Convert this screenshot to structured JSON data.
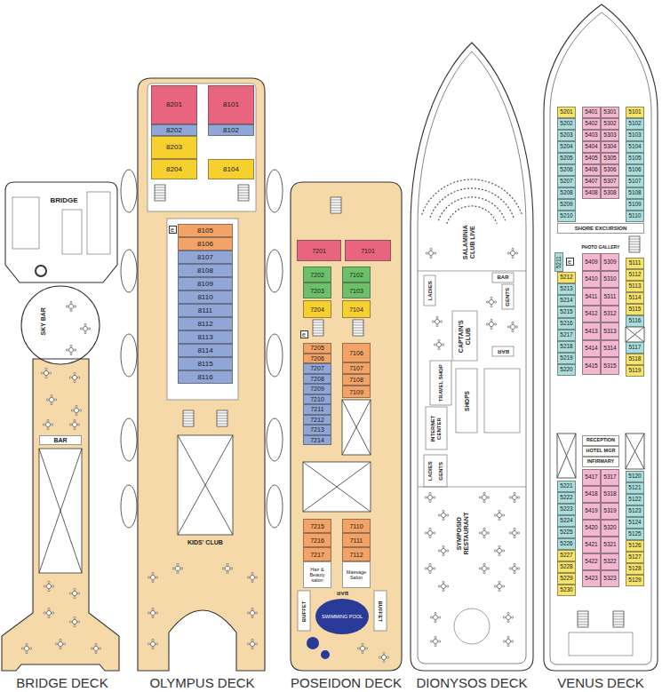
{
  "diagram": {
    "nodes": [
      {
        "text": [
          "BRIDGE DECK"
        ]
      },
      {
        "text": [
          "BAR"
        ],
        "in": 0
      },
      {
        "text": [
          "OLYMPUS DECK"
        ]
      },
      {
        "text": [
          "8201"
        ],
        "in": 2
      },
      {
        "text": [
          "8202"
        ],
        "in": 2
      },
      {
        "text": [
          "8203"
        ],
        "in": 2
      },
      {
        "text": [
          "8204"
        ],
        "in": 2
      },
      {
        "text": [
          "8101"
        ],
        "in": 2
      },
      {
        "text": [
          "8102"
        ],
        "in": 2
      },
      {
        "text": [
          "8104"
        ],
        "in": 2
      },
      {
        "text": [
          "8105"
        ],
        "in": 2
      },
      {
        "text": [
          "8106"
        ],
        "in": 2
      },
      {
        "text": [
          "8107"
        ],
        "in": 2
      },
      {
        "text": [
          "8108"
        ],
        "in": 2
      },
      {
        "text": [
          "8109"
        ],
        "in": 2
      },
      {
        "text": [
          "8110"
        ],
        "in": 2
      },
      {
        "text": [
          "8111"
        ],
        "in": 2
      },
      {
        "text": [
          "8112"
        ],
        "in": 2
      },
      {
        "text": [
          "8113"
        ],
        "in": 2
      },
      {
        "text": [
          "8114"
        ],
        "in": 2
      },
      {
        "text": [
          "8115"
        ],
        "in": 2
      },
      {
        "text": [
          "8116"
        ],
        "in": 2
      },
      {
        "text": [
          "POSEIDON DECK"
        ]
      },
      {
        "text": [
          "7201"
        ],
        "in": 22
      },
      {
        "text": [
          "7202"
        ],
        "in": 22
      },
      {
        "text": [
          "7203"
        ],
        "in": 22
      },
      {
        "text": [
          "7204"
        ],
        "in": 22
      },
      {
        "text": [
          "7101"
        ],
        "in": 22
      },
      {
        "text": [
          "7102"
        ],
        "in": 22
      },
      {
        "text": [
          "7103"
        ],
        "in": 22
      },
      {
        "text": [
          "7104"
        ],
        "in": 22
      },
      {
        "text": [
          "7205"
        ],
        "in": 22
      },
      {
        "text": [
          "7206"
        ],
        "in": 22
      },
      {
        "text": [
          "7207"
        ],
        "in": 22
      },
      {
        "text": [
          "7208"
        ],
        "in": 22
      },
      {
        "text": [
          "7209"
        ],
        "in": 22
      },
      {
        "text": [
          "7210"
        ],
        "in": 22
      },
      {
        "text": [
          "7211"
        ],
        "in": 22
      },
      {
        "text": [
          "7212"
        ],
        "in": 22
      },
      {
        "text": [
          "7213"
        ],
        "in": 22
      },
      {
        "text": [
          "7214"
        ],
        "in": 22
      },
      {
        "text": [
          "7106"
        ],
        "in": 22
      },
      {
        "text": [
          "7107"
        ],
        "in": 22
      },
      {
        "text": [
          "7108"
        ],
        "in": 22
      },
      {
        "text": [
          "7109"
        ],
        "in": 22
      },
      {
        "text": [
          "7215"
        ],
        "in": 22
      },
      {
        "text": [
          "7216"
        ],
        "in": 22
      },
      {
        "text": [
          "7217"
        ],
        "in": 22
      },
      {
        "text": [
          "7110"
        ],
        "in": 22
      },
      {
        "text": [
          "7111"
        ],
        "in": 22
      },
      {
        "text": [
          "7112"
        ],
        "in": 22
      },
      {
        "text": [
          "Hair & Beauty salon"
        ],
        "in": 22
      },
      {
        "text": [
          "Massage Salon"
        ],
        "in": 22
      },
      {
        "text": [
          "DIONYSOS DECK"
        ]
      },
      {
        "text": [
          "VENUS DECK"
        ]
      },
      {
        "text": [
          "5201"
        ],
        "in": 54
      },
      {
        "text": [
          "5202"
        ],
        "in": 54
      },
      {
        "text": [
          "5203"
        ],
        "in": 54
      },
      {
        "text": [
          "5204"
        ],
        "in": 54
      },
      {
        "text": [
          "5205"
        ],
        "in": 54
      },
      {
        "text": [
          "5206"
        ],
        "in": 54
      },
      {
        "text": [
          "5207"
        ],
        "in": 54
      },
      {
        "text": [
          "5208"
        ],
        "in": 54
      },
      {
        "text": [
          "5209"
        ],
        "in": 54
      },
      {
        "text": [
          "5210"
        ],
        "in": 54
      },
      {
        "text": [
          "5401"
        ],
        "in": 54
      },
      {
        "text": [
          "5402"
        ],
        "in": 54
      },
      {
        "text": [
          "5403"
        ],
        "in": 54
      },
      {
        "text": [
          "5404"
        ],
        "in": 54
      },
      {
        "text": [
          "5405"
        ],
        "in": 54
      },
      {
        "text": [
          "5406"
        ],
        "in": 54
      },
      {
        "text": [
          "5407"
        ],
        "in": 54
      },
      {
        "text": [
          "5408"
        ],
        "in": 54
      },
      {
        "text": [
          "5301"
        ],
        "in": 54
      },
      {
        "text": [
          "5302"
        ],
        "in": 54
      },
      {
        "text": [
          "5303"
        ],
        "in": 54
      },
      {
        "text": [
          "5304"
        ],
        "in": 54
      },
      {
        "text": [
          "5305"
        ],
        "in": 54
      },
      {
        "text": [
          "5306"
        ],
        "in": 54
      },
      {
        "text": [
          "5307"
        ],
        "in": 54
      },
      {
        "text": [
          "5308"
        ],
        "in": 54
      },
      {
        "text": [
          "5101"
        ],
        "in": 54
      },
      {
        "text": [
          "5102"
        ],
        "in": 54
      },
      {
        "text": [
          "5103"
        ],
        "in": 54
      },
      {
        "text": [
          "5104"
        ],
        "in": 54
      },
      {
        "text": [
          "5105"
        ],
        "in": 54
      },
      {
        "text": [
          "5106"
        ],
        "in": 54
      },
      {
        "text": [
          "5107"
        ],
        "in": 54
      },
      {
        "text": [
          "5108"
        ],
        "in": 54
      },
      {
        "text": [
          "5109"
        ],
        "in": 54
      },
      {
        "text": [
          "5110"
        ],
        "in": 54
      },
      {
        "text": [
          "SHORE EXCURSION"
        ],
        "in": 54
      },
      {
        "text": [
          "5211"
        ],
        "in": 54
      },
      {
        "text": [
          "5212"
        ],
        "in": 54
      },
      {
        "text": [
          "5213"
        ],
        "in": 54
      },
      {
        "text": [
          "5214"
        ],
        "in": 54
      },
      {
        "text": [
          "5215"
        ],
        "in": 54
      },
      {
        "text": [
          "5216"
        ],
        "in": 54
      },
      {
        "text": [
          "5217"
        ],
        "in": 54
      },
      {
        "text": [
          "5218"
        ],
        "in": 54
      },
      {
        "text": [
          "5219"
        ],
        "in": 54
      },
      {
        "text": [
          "5220"
        ],
        "in": 54
      },
      {
        "text": [
          "5409"
        ],
        "in": 54
      },
      {
        "text": [
          "5410"
        ],
        "in": 54
      },
      {
        "text": [
          "5411"
        ],
        "in": 54
      },
      {
        "text": [
          "5412"
        ],
        "in": 54
      },
      {
        "text": [
          "5413"
        ],
        "in": 54
      },
      {
        "text": [
          "5414"
        ],
        "in": 54
      },
      {
        "text": [
          "5415"
        ],
        "in": 54
      },
      {
        "text": [
          "5309"
        ],
        "in": 54
      },
      {
        "text": [
          "5310"
        ],
        "in": 54
      },
      {
        "text": [
          "5311"
        ],
        "in": 54
      },
      {
        "text": [
          "5312"
        ],
        "in": 54
      },
      {
        "text": [
          "5313"
        ],
        "in": 54
      },
      {
        "text": [
          "5314"
        ],
        "in": 54
      },
      {
        "text": [
          "5315"
        ],
        "in": 54
      },
      {
        "text": [
          "5111"
        ],
        "in": 54
      },
      {
        "text": [
          "5112"
        ],
        "in": 54
      },
      {
        "text": [
          "5113"
        ],
        "in": 54
      },
      {
        "text": [
          "5114"
        ],
        "in": 54
      },
      {
        "text": [
          "5115"
        ],
        "in": 54
      },
      {
        "text": [
          "5116"
        ],
        "in": 54
      },
      {
        "text": [
          "5117"
        ],
        "in": 54
      },
      {
        "text": [
          "5118"
        ],
        "in": 54
      },
      {
        "text": [
          "5119"
        ],
        "in": 54
      },
      {
        "text": [
          "RECEPTION"
        ],
        "in": 54
      },
      {
        "text": [
          "HOTEL MGR"
        ],
        "in": 54
      },
      {
        "text": [
          "INFIRMARY"
        ],
        "in": 54
      },
      {
        "text": [
          "5221"
        ],
        "in": 54
      },
      {
        "text": [
          "5222"
        ],
        "in": 54
      },
      {
        "text": [
          "5223"
        ],
        "in": 54
      },
      {
        "text": [
          "5224"
        ],
        "in": 54
      },
      {
        "text": [
          "5225"
        ],
        "in": 54
      },
      {
        "text": [
          "5226"
        ],
        "in": 54
      },
      {
        "text": [
          "5227"
        ],
        "in": 54
      },
      {
        "text": [
          "5228"
        ],
        "in": 54
      },
      {
        "text": [
          "5229"
        ],
        "in": 54
      },
      {
        "text": [
          "5230"
        ],
        "in": 54
      },
      {
        "text": [
          "5417"
        ],
        "in": 54
      },
      {
        "text": [
          "5418"
        ],
        "in": 54
      },
      {
        "text": [
          "5419"
        ],
        "in": 54
      },
      {
        "text": [
          "5420"
        ],
        "in": 54
      },
      {
        "text": [
          "5421"
        ],
        "in": 54
      },
      {
        "text": [
          "5422"
        ],
        "in": 54
      },
      {
        "text": [
          "5423"
        ],
        "in": 54
      },
      {
        "text": [
          "5317"
        ],
        "in": 54
      },
      {
        "text": [
          "5318"
        ],
        "in": 54
      },
      {
        "text": [
          "5319"
        ],
        "in": 54
      },
      {
        "text": [
          "5320"
        ],
        "in": 54
      },
      {
        "text": [
          "5321"
        ],
        "in": 54
      },
      {
        "text": [
          "5322"
        ],
        "in": 54
      },
      {
        "text": [
          "5323"
        ],
        "in": 54
      },
      {
        "text": [
          "5120"
        ],
        "in": 54
      },
      {
        "text": [
          "5121"
        ],
        "in": 54
      },
      {
        "text": [
          "5122"
        ],
        "in": 54
      },
      {
        "text": [
          "5123"
        ],
        "in": 54
      },
      {
        "text": [
          "5124"
        ],
        "in": 54
      },
      {
        "text": [
          "5125"
        ],
        "in": 54
      },
      {
        "text": [
          "5126"
        ],
        "in": 54
      },
      {
        "text": [
          "5127"
        ],
        "in": 54
      },
      {
        "text": [
          "5128"
        ],
        "in": 54
      },
      {
        "text": [
          "5129"
        ],
        "in": 54
      }
    ],
    "labels": [
      "BRIDGE",
      "SKY BAR",
      "e",
      "KIDS' CLUB",
      "e",
      "BAR",
      "BUFFET",
      "SWIMMING POOL",
      "BUFFET",
      "SALAMINIA CLUB LIVE",
      "LADIES",
      "BAR",
      "GENTS",
      "CAPTAIN'S CLUB",
      "BAR",
      "TRAVEL SHOP",
      "SHOPS",
      "INTERNET CENTER",
      "LADIES",
      "GENTS",
      "SYMPOSIO RESTAURANT",
      "PHOTO GALLERY",
      "e"
    ]
  }
}
